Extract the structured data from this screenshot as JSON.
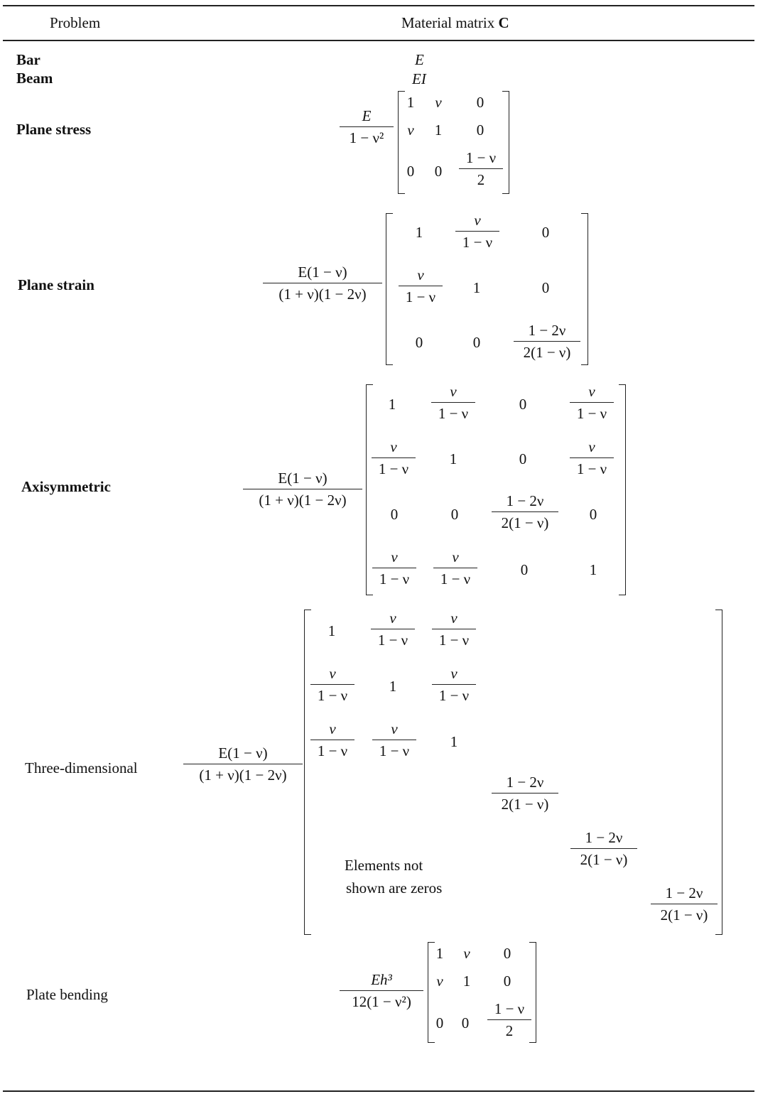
{
  "header": {
    "col1": "Problem",
    "col2_text": "Material matrix ",
    "col2_bold": "C"
  },
  "rows": {
    "bar": {
      "label": "Bar",
      "expr": "E"
    },
    "beam": {
      "label": "Beam",
      "expr": "EI"
    },
    "plane_stress": {
      "label": "Plane stress",
      "coef_num": "E",
      "coef_den": "1 − ν²",
      "m": [
        "1",
        "ν",
        "0",
        "ν",
        "1",
        "0",
        "0",
        "0"
      ],
      "last_num": "1 − ν",
      "last_den": "2"
    },
    "plane_strain": {
      "label": "Plane strain",
      "coef_num": "E(1 − ν)",
      "coef_den": "(1 + ν)(1 − 2ν)",
      "one": "1",
      "zero": "0",
      "nu": "ν",
      "one_minus_nu": "1 − ν",
      "shear_num": "1 − 2ν",
      "shear_den": "2(1 − ν)"
    },
    "axisymmetric": {
      "label": "Axisymmetric",
      "coef_num": "E(1 − ν)",
      "coef_den": "(1 + ν)(1 − 2ν)"
    },
    "three_dimensional": {
      "label": "Three-dimensional",
      "coef_num": "E(1 − ν)",
      "coef_den": "(1 + ν)(1 − 2ν)",
      "note_line1": "Elements not",
      "note_line2": "shown are zeros"
    },
    "plate_bending": {
      "label": "Plate bending",
      "coef_num": "Eh³",
      "coef_den": "12(1 − ν²)"
    }
  }
}
